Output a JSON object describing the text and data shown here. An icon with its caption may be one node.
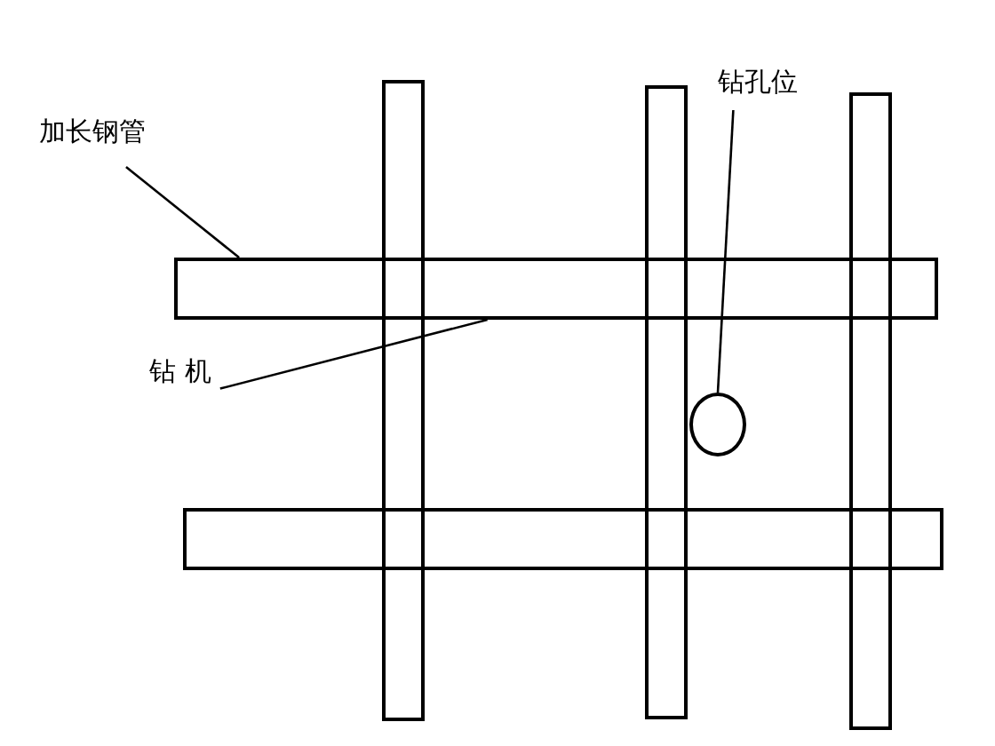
{
  "diagram": {
    "nodes": [
      {
        "text": [
          "加长钢管"
        ]
      },
      {
        "text": [
          "钻孔位"
        ]
      },
      {
        "text": [
          "钻 机"
        ]
      },
      {
        "text": [],
        "shape": "bar"
      },
      {
        "text": [],
        "shape": "bar"
      },
      {
        "text": [],
        "shape": "bar"
      },
      {
        "text": [],
        "shape": "bar"
      },
      {
        "text": [],
        "shape": "bar"
      },
      {
        "text": [],
        "shape": "circle"
      }
    ],
    "edges": [
      {
        "from": 0,
        "to": 6,
        "arrow": "none"
      },
      {
        "from": 1,
        "to": 8,
        "arrow": "none"
      },
      {
        "from": 2,
        "to": 6,
        "arrow": "none"
      }
    ]
  }
}
